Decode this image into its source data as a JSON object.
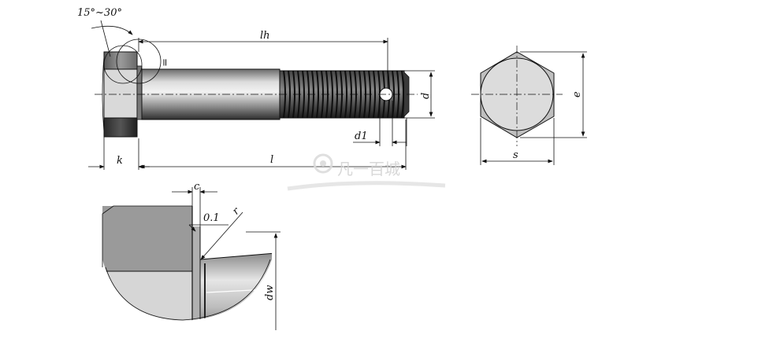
{
  "labels": {
    "angle": "15°~30°",
    "lh": "lh",
    "d": "d",
    "d1": "d1",
    "k": "k",
    "l": "l",
    "e": "e",
    "s": "s",
    "c": "c",
    "tolerance": "0.1",
    "r": "r",
    "dw": "dw",
    "parallel_mark": "="
  },
  "watermark": "凡一百城",
  "colors": {
    "line": "#111111",
    "shaft_light": "#d8d8d8",
    "shaft_dark": "#3a3a3a",
    "head_face": "#8e8e8e",
    "thread": "#2a2a2a"
  }
}
